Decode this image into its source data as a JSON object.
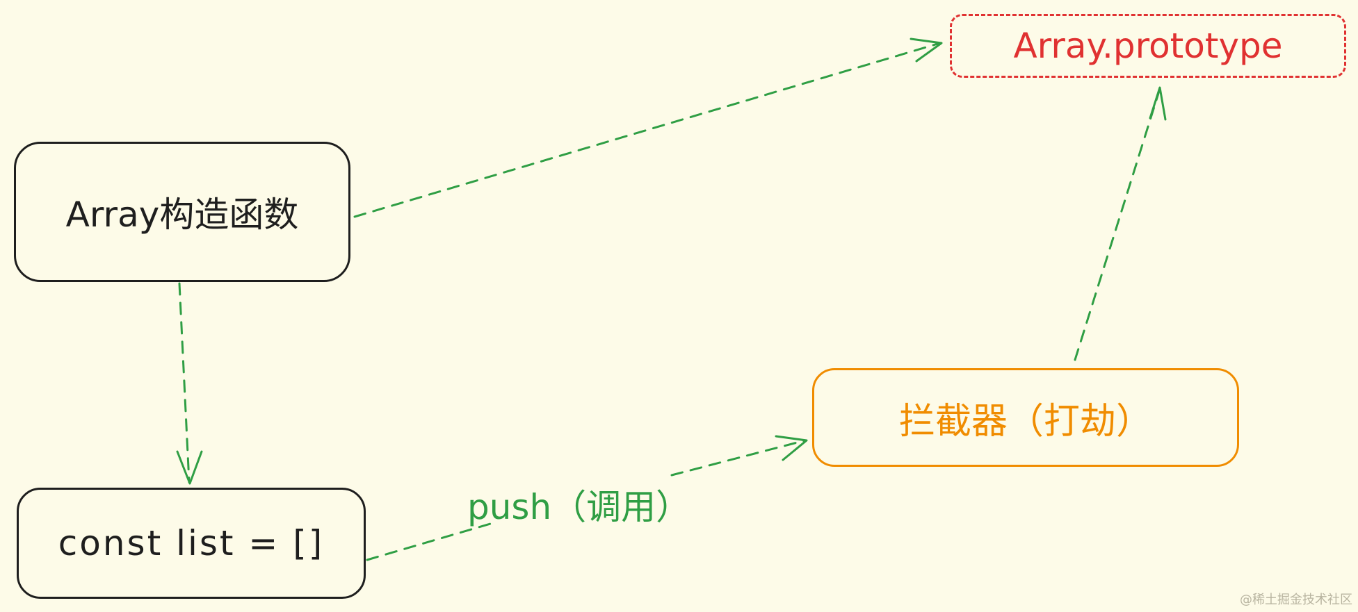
{
  "diagram": {
    "nodes": {
      "array_constructor": {
        "label": "Array构造函数"
      },
      "list": {
        "label": "const list = []"
      },
      "interceptor": {
        "label": "拦截器（打劫）"
      },
      "prototype": {
        "label": "Array.prototype"
      }
    },
    "edges": [
      {
        "from": "array_constructor",
        "to": "prototype",
        "label": ""
      },
      {
        "from": "array_constructor",
        "to": "list",
        "label": ""
      },
      {
        "from": "list",
        "to": "interceptor",
        "label": "push（调用）"
      },
      {
        "from": "interceptor",
        "to": "prototype",
        "label": ""
      }
    ],
    "colors": {
      "background": "#fdfbe8",
      "node_border": "#1e1e1e",
      "edge": "#2f9e44",
      "interceptor": "#f08c00",
      "prototype": "#e03131"
    }
  },
  "watermark": "@稀土掘金技术社区"
}
